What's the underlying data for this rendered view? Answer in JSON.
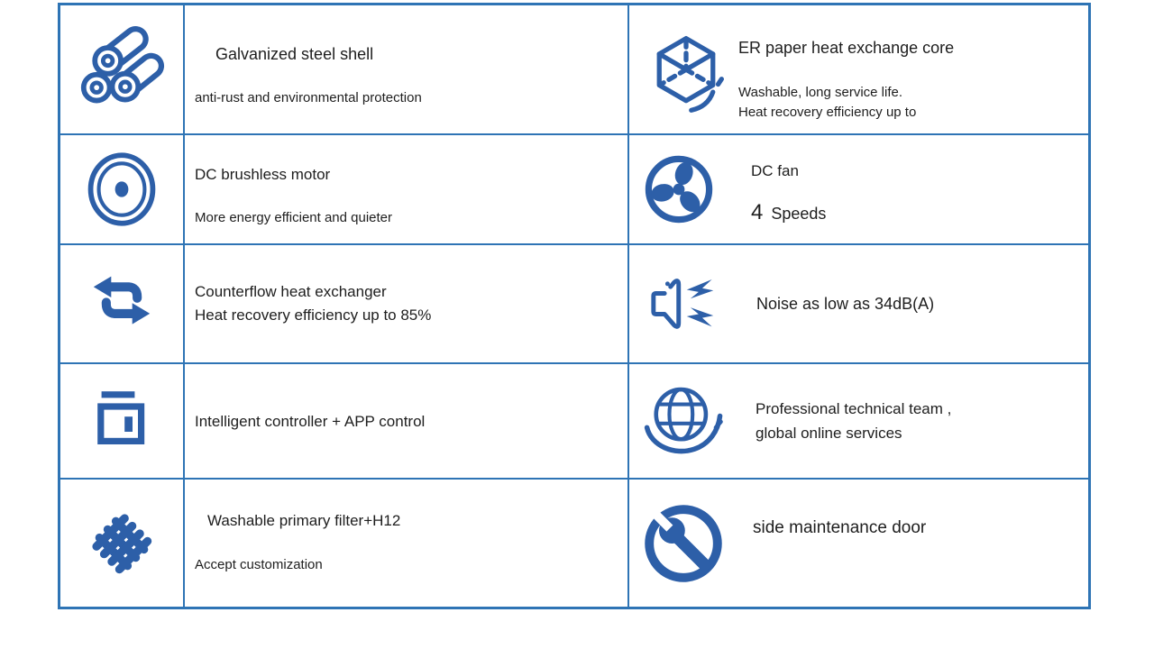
{
  "colors": {
    "border_blue": "#2e74b5",
    "icon_blue": "#2d5fa8",
    "text": "#1e1e1e"
  },
  "feature_table": {
    "rows": [
      {
        "left": {
          "icon": "pipes-icon",
          "title": "Galvanized steel shell",
          "subtitle": "anti-rust and environmental protection"
        },
        "right": {
          "icon": "cube-rotate-icon",
          "title": "ER paper heat exchange core",
          "line1": "Washable, long service life.",
          "line2": "Heat recovery efficiency up to"
        }
      },
      {
        "left": {
          "icon": "motor-icon",
          "title": "DC brushless motor",
          "subtitle": "More energy efficient and quieter"
        },
        "right": {
          "icon": "fan-icon",
          "title": "DC fan",
          "speeds_value": "4",
          "speeds_label": "Speeds"
        }
      },
      {
        "left": {
          "icon": "exchange-arrows-icon",
          "line1": "Counterflow heat exchanger",
          "line2": "Heat recovery efficiency up to 85%"
        },
        "right": {
          "icon": "speaker-icon",
          "title": "Noise as low as 34dB(A)"
        }
      },
      {
        "left": {
          "icon": "controller-icon",
          "title": "Intelligent controller + APP control"
        },
        "right": {
          "icon": "globe-icon",
          "line1": "Professional technical team ,",
          "line2": "global online services"
        }
      },
      {
        "left": {
          "icon": "mesh-filter-icon",
          "title": "Washable primary filter+H12",
          "subtitle": "Accept customization"
        },
        "right": {
          "icon": "wrench-icon",
          "title": "side maintenance door"
        }
      }
    ]
  }
}
